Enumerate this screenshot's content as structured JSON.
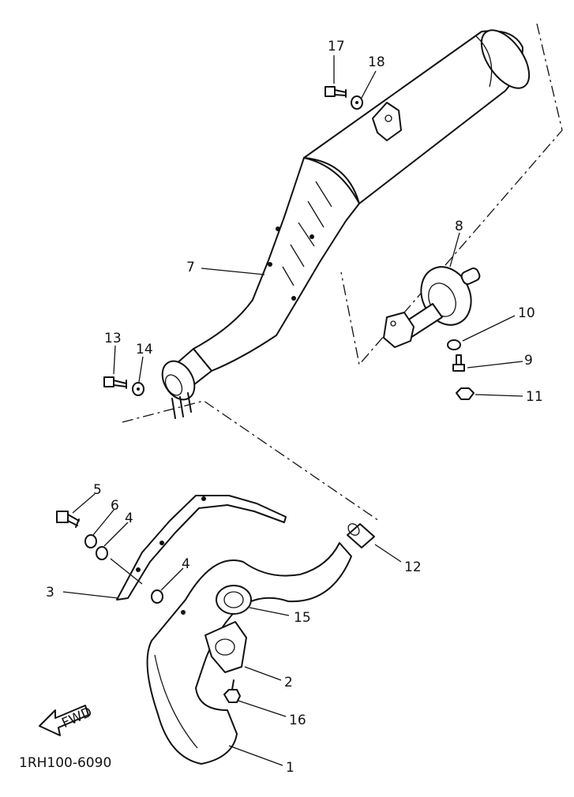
{
  "diagram": {
    "code": "1RH100-6090",
    "fwd_label": "FWD",
    "callouts": [
      {
        "id": "c1",
        "label": "1"
      },
      {
        "id": "c2",
        "label": "2"
      },
      {
        "id": "c3",
        "label": "3"
      },
      {
        "id": "c4a",
        "label": "4"
      },
      {
        "id": "c4b",
        "label": "4"
      },
      {
        "id": "c5",
        "label": "5"
      },
      {
        "id": "c6",
        "label": "6"
      },
      {
        "id": "c7",
        "label": "7"
      },
      {
        "id": "c8",
        "label": "8"
      },
      {
        "id": "c9",
        "label": "9"
      },
      {
        "id": "c10",
        "label": "10"
      },
      {
        "id": "c11",
        "label": "11"
      },
      {
        "id": "c12",
        "label": "12"
      },
      {
        "id": "c13",
        "label": "13"
      },
      {
        "id": "c14",
        "label": "14"
      },
      {
        "id": "c15",
        "label": "15"
      },
      {
        "id": "c16",
        "label": "16"
      },
      {
        "id": "c17",
        "label": "17"
      },
      {
        "id": "c18",
        "label": "18"
      }
    ]
  }
}
